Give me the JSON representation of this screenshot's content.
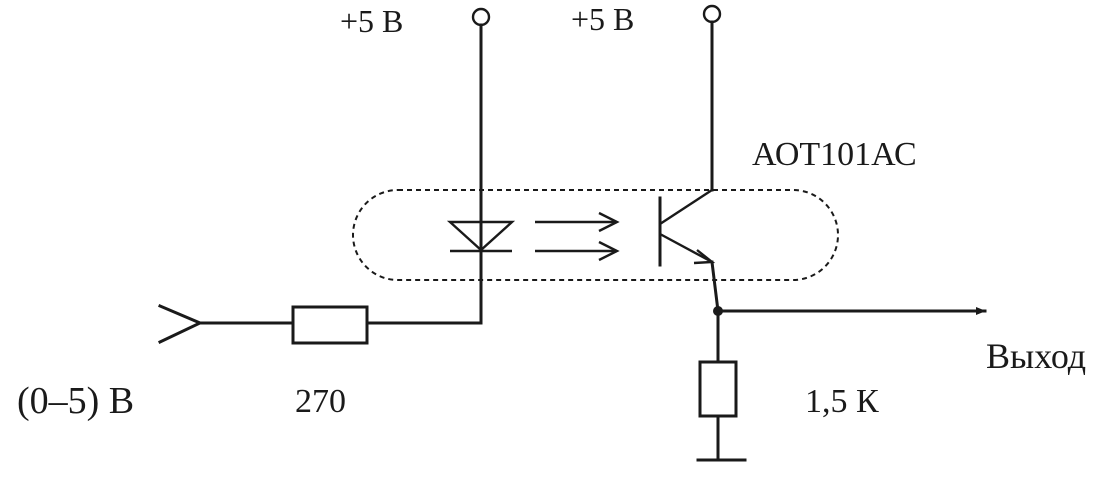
{
  "labels": {
    "vcc_led": "+5 В",
    "vcc_transistor": "+5 В",
    "part_number": "АОТ101АС",
    "input_range": "(0–5) В",
    "input_resistor": "270",
    "load_resistor": "1,5 К",
    "output": "Выход"
  },
  "colors": {
    "ink": "#1a1a1a",
    "background": "#ffffff"
  }
}
